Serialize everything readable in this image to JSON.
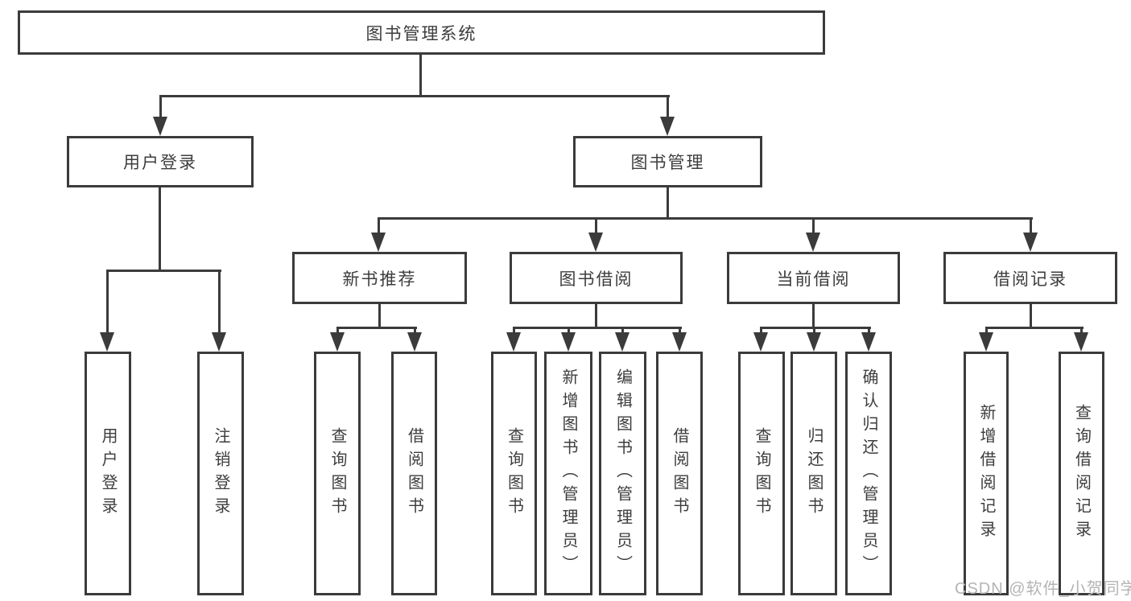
{
  "diagram": {
    "type": "hierarchy-tree",
    "colors": {
      "line": "#3b3b3b",
      "border": "#3b3b3b",
      "text": "#3d3d3d",
      "watermark": "#b4b4b4",
      "background": "#ffffff"
    },
    "nodes": {
      "root": "图书管理系统",
      "user_login": "用户登录",
      "book_mgmt": "图书管理",
      "new_book_rec": "新书推荐",
      "book_borrow": "图书借阅",
      "current_borrow": "当前借阅",
      "borrow_record": "借阅记录",
      "leaf_user_login": "用户登录",
      "leaf_logout": "注销登录",
      "leaf_nb_query": "查询图书",
      "leaf_nb_borrow": "借阅图书",
      "leaf_bb_query": "查询图书",
      "leaf_bb_add": "新增图书（管理员）",
      "leaf_bb_edit": "编辑图书（管理员）",
      "leaf_bb_borrow": "借阅图书",
      "leaf_cb_query": "查询图书",
      "leaf_cb_return": "归还图书",
      "leaf_cb_confirm": "确认归还（管理员）",
      "leaf_br_add": "新增借阅记录",
      "leaf_br_query": "查询借阅记录"
    },
    "edges": [
      [
        "图书管理系统",
        "用户登录"
      ],
      [
        "图书管理系统",
        "图书管理"
      ],
      [
        "用户登录",
        "用户登录"
      ],
      [
        "用户登录",
        "注销登录"
      ],
      [
        "图书管理",
        "新书推荐"
      ],
      [
        "图书管理",
        "图书借阅"
      ],
      [
        "图书管理",
        "当前借阅"
      ],
      [
        "图书管理",
        "借阅记录"
      ],
      [
        "新书推荐",
        "查询图书"
      ],
      [
        "新书推荐",
        "借阅图书"
      ],
      [
        "图书借阅",
        "查询图书"
      ],
      [
        "图书借阅",
        "新增图书（管理员）"
      ],
      [
        "图书借阅",
        "编辑图书（管理员）"
      ],
      [
        "图书借阅",
        "借阅图书"
      ],
      [
        "当前借阅",
        "查询图书"
      ],
      [
        "当前借阅",
        "归还图书"
      ],
      [
        "当前借阅",
        "确认归还（管理员）"
      ],
      [
        "借阅记录",
        "新增借阅记录"
      ],
      [
        "借阅记录",
        "查询借阅记录"
      ]
    ],
    "watermark": "CSDN @软件_小贺同学"
  }
}
